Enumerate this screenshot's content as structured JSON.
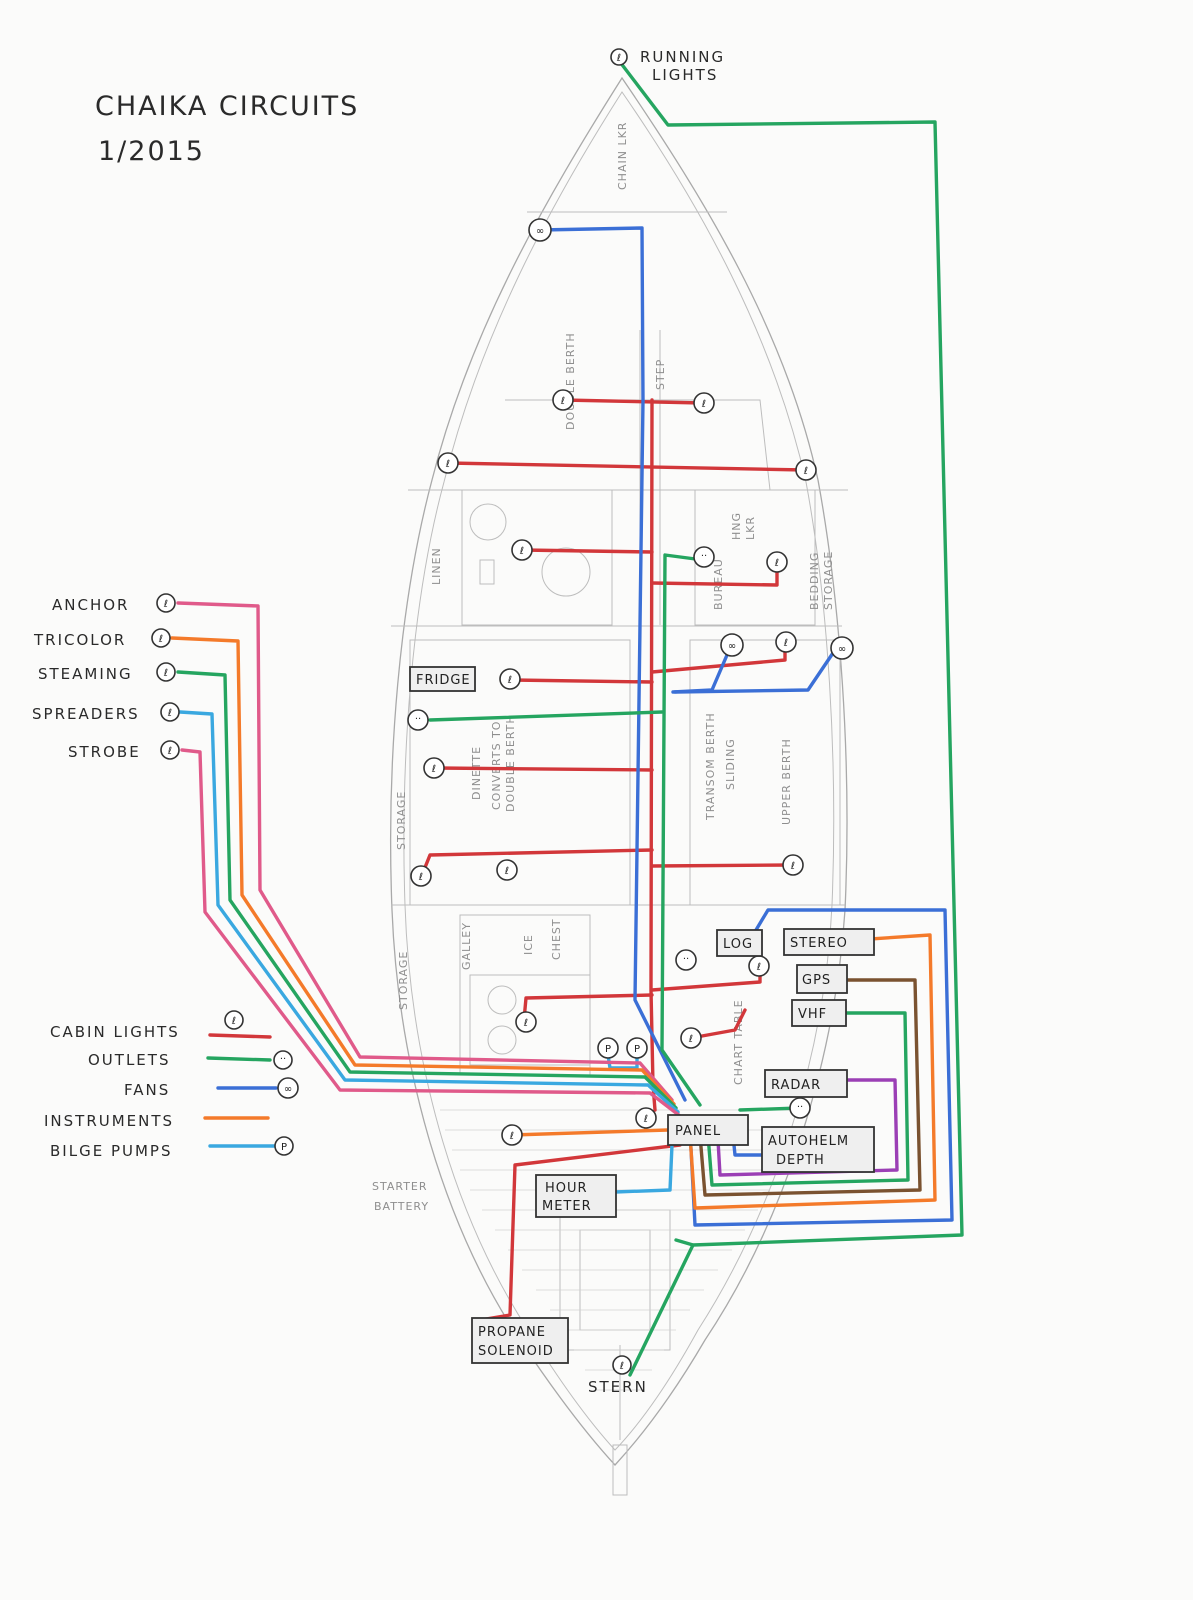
{
  "title": {
    "line1": "CHAIKA CIRCUITS",
    "line2": "1/2015"
  },
  "colors": {
    "red": "#d2373a",
    "green": "#25a560",
    "blue": "#3b6fd6",
    "orange": "#f47a2a",
    "light_blue": "#3aa8e0",
    "pink": "#e05a8a",
    "purple": "#9b3fb5",
    "brown": "#7a5230",
    "pencil": "#a9a9a9"
  },
  "legend": {
    "mast_lights": [
      {
        "label": "ANCHOR",
        "color": "pink",
        "symbol": "lamp-symbol"
      },
      {
        "label": "TRICOLOR",
        "color": "orange",
        "symbol": "lamp-symbol"
      },
      {
        "label": "STEAMING",
        "color": "green",
        "symbol": "lamp-symbol"
      },
      {
        "label": "SPREADERS",
        "color": "light_blue",
        "symbol": "lamp-symbol"
      },
      {
        "label": "STROBE",
        "color": "pink",
        "symbol": "lamp-symbol"
      }
    ],
    "circuits": [
      {
        "label": "CABIN LIGHTS",
        "color": "red",
        "symbol": "lamp-symbol"
      },
      {
        "label": "OUTLETS",
        "color": "green",
        "symbol": "outlet-symbol"
      },
      {
        "label": "FANS",
        "color": "blue",
        "symbol": "fan-symbol"
      },
      {
        "label": "INSTRUMENTS",
        "color": "orange",
        "symbol": "none"
      },
      {
        "label": "BILGE PUMPS",
        "color": "light_blue",
        "symbol": "pump-symbol"
      }
    ]
  },
  "symbols": {
    "lamp": "ℓ",
    "outlet": "··",
    "fan": "∞",
    "pump": "P"
  },
  "equipment": {
    "log": "LOG",
    "stereo": "STEREO",
    "gps": "GPS",
    "vhf": "VHF",
    "radar": "RADAR",
    "panel": "PANEL",
    "autohelm_depth": [
      "AUTOHELM",
      "DEPTH"
    ],
    "hour_meter": [
      "HOUR",
      "METER"
    ],
    "propane_solenoid": [
      "PROPANE",
      "SOLENOID"
    ],
    "fridge": "FRIDGE"
  },
  "labels": {
    "running_lights": [
      "RUNNING",
      "LIGHTS"
    ],
    "stern": "STERN"
  },
  "compartments": {
    "chain_locker": "CHAIN LKR",
    "double_berth": "DOUBLE BERTH",
    "step": "STEP",
    "linen": "LINEN",
    "hng_locker": [
      "HNG",
      "LKR"
    ],
    "bureau": "BUREAU",
    "bedding_storage": [
      "BEDDING",
      "STORAGE"
    ],
    "storage_fwd": "STORAGE",
    "dinette": "DINETTE",
    "dinette_note": [
      "CONVERTS TO",
      "DOUBLE BERTH"
    ],
    "transom_berth": "TRANSOM BERTH",
    "sliding": "SLIDING",
    "upper_berth": "UPPER BERTH",
    "storage_aft": "STORAGE",
    "galley": "GALLEY",
    "ice_chest": [
      "ICE",
      "CHEST"
    ],
    "chart_table": "CHART TABLE",
    "starter_battery": [
      "STARTER",
      "BATTERY"
    ]
  }
}
